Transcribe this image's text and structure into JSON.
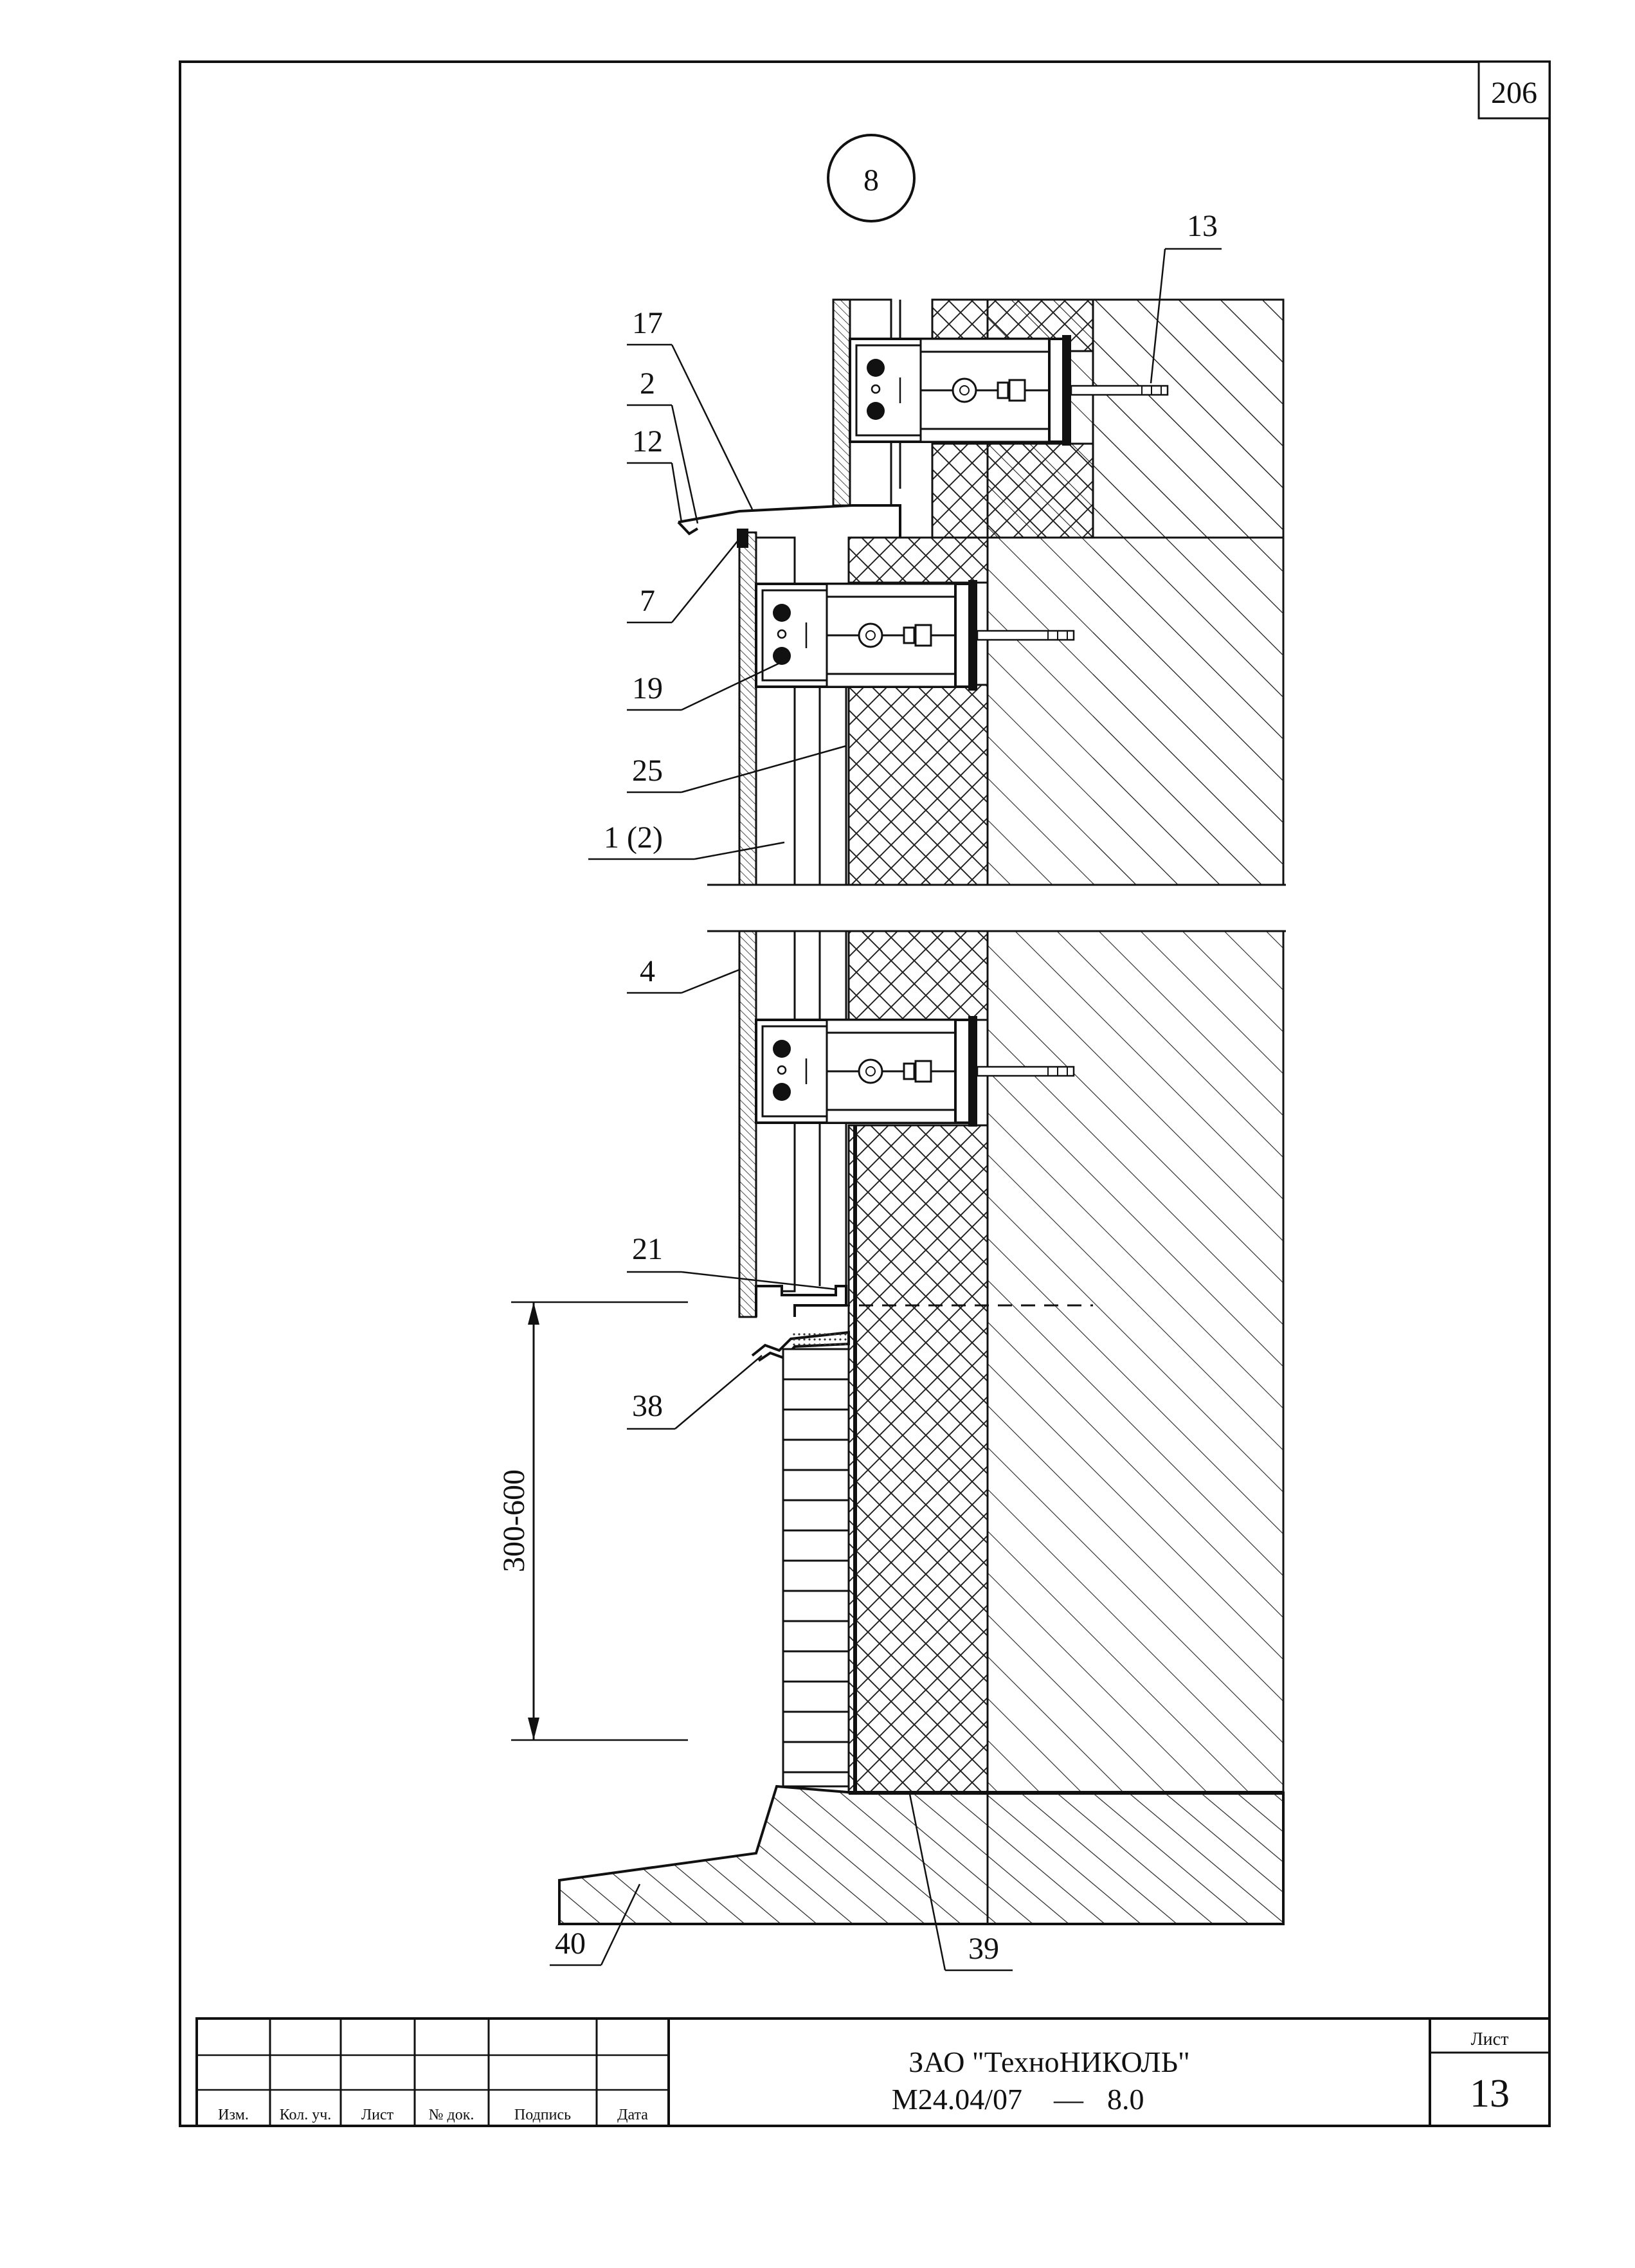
{
  "page_number": "206",
  "detail_number": "8",
  "callouts": [
    "13",
    "17",
    "2",
    "12",
    "7",
    "19",
    "25",
    "1 (2)",
    "4",
    "21",
    "38",
    "40",
    "39"
  ],
  "dimension": {
    "text": "300-600"
  },
  "title_block": {
    "company": "ЗАО \"ТехноНИКОЛЬ\"",
    "doc_code": "М24.04/07",
    "doc_dash": "—",
    "doc_version": "8.0",
    "sheet_label": "Лист",
    "sheet_number": "13",
    "columns": [
      "Изм.",
      "Кол. уч.",
      "Лист",
      "№ док.",
      "Подпись",
      "Дата"
    ]
  }
}
